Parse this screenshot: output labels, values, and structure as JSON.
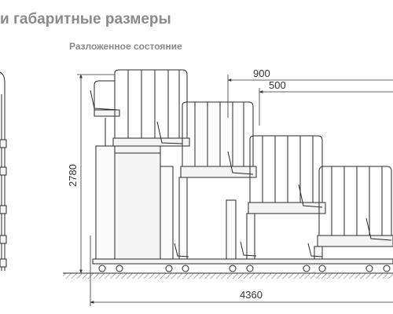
{
  "heading": "и габаритные размеры",
  "subheading": "Разложенное состояние",
  "dimensions": {
    "total_height": "2780",
    "total_length": "4360",
    "step_depth": "900",
    "seat_depth": "500"
  },
  "colors": {
    "line": "#2a2a2a",
    "frame_fill": "#f4f4f4",
    "ground_hatch": "#666666",
    "text_gray": "#8a8a8a"
  }
}
